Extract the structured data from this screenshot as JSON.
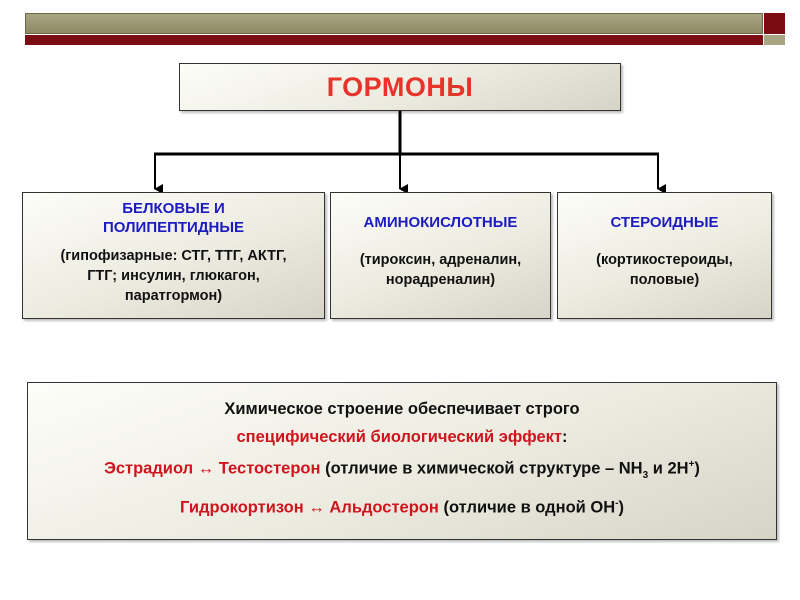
{
  "title": "ГОРМОНЫ",
  "categories": [
    {
      "title": [
        "БЕЛКОВЫЕ И",
        "ПОЛИПЕПТИДНЫЕ"
      ],
      "description": [
        "(гипофизарные: СТГ, ТТГ, АКТГ,",
        "ГТГ; инсулин, глюкагон,",
        "паратгормон)"
      ]
    },
    {
      "title": [
        "АМИНОКИСЛОТНЫЕ"
      ],
      "description": [
        "(тироксин, адреналин,",
        "норадреналин)"
      ]
    },
    {
      "title": [
        "СТЕРОИДНЫЕ"
      ],
      "description": [
        "(кортикостероиды,",
        "половые)"
      ]
    }
  ],
  "info": {
    "line1": "Химическое строение обеспечивает строго",
    "line2_red": "специфический биологический эффект",
    "line2_tail": ":",
    "line3_a": "Эстрадиол",
    "arrow": "↔",
    "line3_b": "Тестостерон",
    "line3_rest": " (отличие в химической структуре – NH",
    "line3_sub": "3",
    "line3_mid": " и 2H",
    "line3_sup": "+",
    "line3_end": ")",
    "line4_a": "Гидрокортизон",
    "line4_b": "Альдостерон",
    "line4_rest": " (отличие в одной OH",
    "line4_sup": "-",
    "line4_end": ")"
  },
  "colors": {
    "title_red": "#e8332a",
    "category_blue": "#1c1cc2",
    "emphasis_red": "#d0141e",
    "header_dark_red": "#7a0c12",
    "header_olive": "#a9a583"
  }
}
